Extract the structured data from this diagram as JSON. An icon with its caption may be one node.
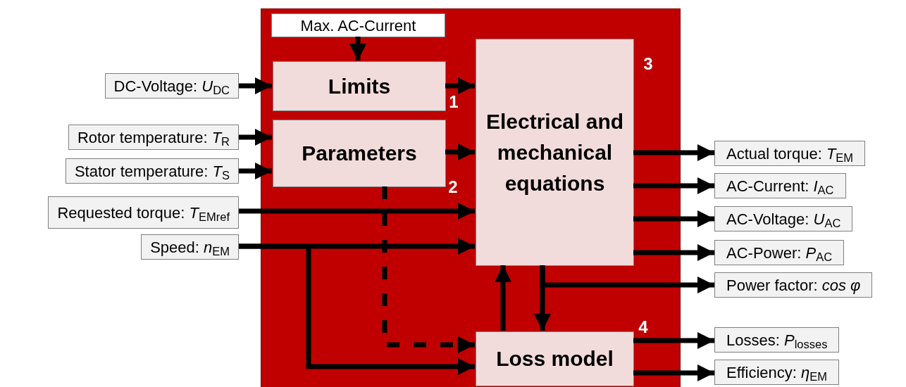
{
  "diagram": {
    "nodes": [
      {
        "text": [],
        "shape": "box"
      },
      {
        "text": [
          "Max. AC-Current"
        ],
        "in": 0
      },
      {
        "text": [
          "Limits"
        ],
        "in": 0,
        "beside": [
          "1"
        ]
      },
      {
        "text": [
          "Parameters"
        ],
        "in": 0,
        "beside": [
          "2"
        ]
      },
      {
        "text": [
          "Electrical and mechanical equations"
        ],
        "in": 0,
        "beside": [
          "3"
        ]
      },
      {
        "text": [
          "Loss model"
        ],
        "in": 0,
        "beside": [
          "4"
        ]
      },
      {
        "text": [
          "DC-Voltage: *U*$_{DC}$"
        ]
      },
      {
        "text": [
          "Rotor temperature: *T*$_{R}$"
        ]
      },
      {
        "text": [
          "Stator temperature: *T*$_{S}$"
        ]
      },
      {
        "text": [
          "Requested torque: *T*$_{EM}$$_{ref}$"
        ]
      },
      {
        "text": [
          "Speed: *n*$_{EM}$"
        ]
      },
      {
        "text": [
          "Actual torque: *T*$_{EM}$"
        ]
      },
      {
        "text": [
          "AC-Current: *I*$_{AC}$"
        ]
      },
      {
        "text": [
          "AC-Voltage: *U*$_{AC}$"
        ]
      },
      {
        "text": [
          "AC-Power: *P*$_{AC}$"
        ]
      },
      {
        "text": [
          "Power factor: *cos φ*"
        ]
      },
      {
        "text": [
          "Losses: *P*$_{losses}$"
        ]
      },
      {
        "text": [
          "Efficiency: *η*$_{EM}$"
        ]
      }
    ],
    "edges": [
      {
        "from": 1,
        "to": 2,
        "arrow": "to"
      },
      {
        "from": 6,
        "to": 2,
        "arrow": "to"
      },
      {
        "from": 7,
        "to": 3,
        "arrow": "to"
      },
      {
        "from": 8,
        "to": 3,
        "arrow": "to"
      },
      {
        "from": 2,
        "to": 4,
        "arrow": "to"
      },
      {
        "from": 3,
        "to": 4,
        "arrow": "to"
      },
      {
        "from": 9,
        "to": 4,
        "arrow": "to"
      },
      {
        "from": 10,
        "to": 4,
        "arrow": "to"
      },
      {
        "from": 3,
        "to": 5,
        "arrow": "to",
        "style": "dashed"
      },
      {
        "from": 10,
        "to": 5,
        "arrow": "to"
      },
      {
        "from": 5,
        "to": 4,
        "arrow": "to"
      },
      {
        "from": 4,
        "to": 5,
        "arrow": "to"
      },
      {
        "from": 4,
        "to": 15,
        "arrow": "to"
      },
      {
        "from": 4,
        "to": 11,
        "arrow": "to"
      },
      {
        "from": 4,
        "to": 12,
        "arrow": "to"
      },
      {
        "from": 4,
        "to": 13,
        "arrow": "to"
      },
      {
        "from": 4,
        "to": 14,
        "arrow": "to"
      },
      {
        "from": 5,
        "to": 16,
        "arrow": "to"
      },
      {
        "from": 5,
        "to": 17,
        "arrow": "to"
      }
    ]
  }
}
